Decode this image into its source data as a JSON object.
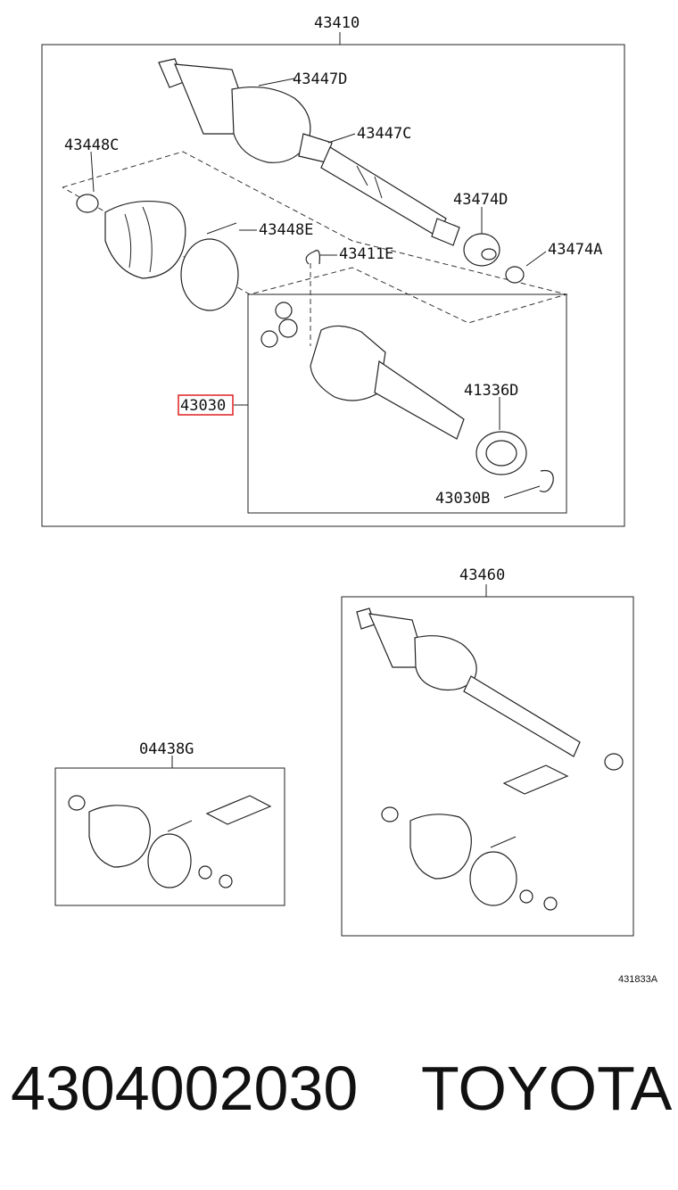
{
  "diagram": {
    "labels": {
      "main_assembly": "43410",
      "l_43447D": "43447D",
      "l_43447C": "43447C",
      "l_43448C": "43448C",
      "l_43448E": "43448E",
      "l_43474D": "43474D",
      "l_43474A": "43474A",
      "l_43411E": "43411E",
      "l_43030": "43030",
      "l_41336D": "41336D",
      "l_43030B": "43030B",
      "rh_assembly": "43460",
      "boot_kit": "04438G"
    },
    "figure_code": "431833A",
    "highlight_color": "#e02020"
  },
  "footer": {
    "part_number": "4304002030",
    "brand": "TOYOTA"
  }
}
